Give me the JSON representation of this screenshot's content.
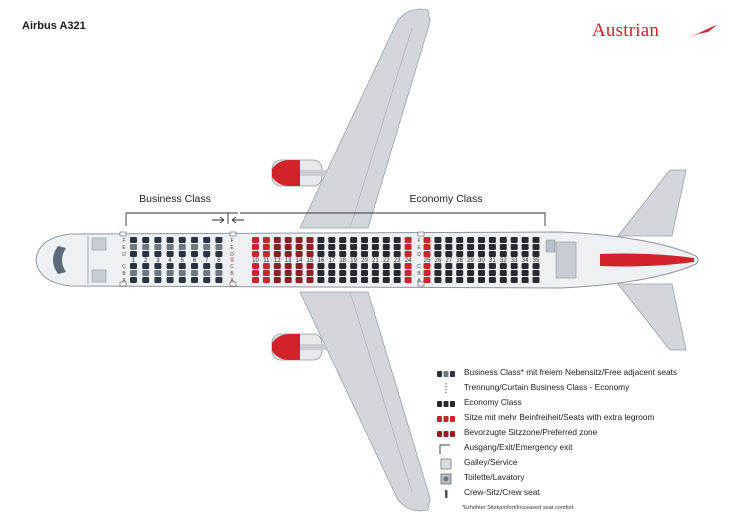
{
  "title": "Airbus A321",
  "brand": {
    "name": "Austrian",
    "color": "#d2232a"
  },
  "cabin": {
    "business_label": "Business Class",
    "economy_label": "Economy Class",
    "business_rows": [
      "1",
      "2",
      "3",
      "4",
      "5",
      "6",
      "7",
      "8"
    ],
    "economy_rows": [
      "10",
      "11",
      "12",
      "13",
      "14",
      "15",
      "16",
      "17",
      "18",
      "19",
      "20",
      "21",
      "22",
      "23",
      "24",
      "25",
      "26",
      "27",
      "28",
      "29",
      "30",
      "31",
      "32",
      "33",
      "34",
      "35"
    ],
    "seat_letters_top": [
      "F",
      "E",
      "D"
    ],
    "seat_letters_bottom": [
      "C",
      "B",
      "A"
    ],
    "exit_rows": [
      "9",
      "25"
    ],
    "colors": {
      "business_seat": "#2b3340",
      "economy_seat": "#262a30",
      "extra_legroom": "#c8262c",
      "preferred_zone": "#8a1f24",
      "fuselage": "#eef1f4",
      "wing": "#d5d9de",
      "engine_red": "#d2232a"
    }
  },
  "legend": [
    {
      "icon": "business-seat-icon",
      "text": "Business Class* mit freiem Nebensitz/Free adjacent seats"
    },
    {
      "icon": "curtain-icon",
      "text": "Trennung/Curtain Business Class - Economy"
    },
    {
      "icon": "economy-seat-icon",
      "text": "Economy Class"
    },
    {
      "icon": "extra-legroom-seat-icon",
      "text": "Sitze mit mehr Beinfreiheit/Seats with extra legroom"
    },
    {
      "icon": "preferred-zone-seat-icon",
      "text": "Bevorzugte Sitzzone/Preferred zone"
    },
    {
      "icon": "exit-icon",
      "text": "Ausgang/Exit/Emergency exit"
    },
    {
      "icon": "galley-icon",
      "text": "Galley/Service"
    },
    {
      "icon": "lavatory-icon",
      "text": "Toilette/Lavatory"
    },
    {
      "icon": "crew-seat-icon",
      "text": "Crew-Sitz/Crew seat"
    }
  ],
  "footnote": "*Erhöhter Sitzkomfort/Increased seat comfort"
}
